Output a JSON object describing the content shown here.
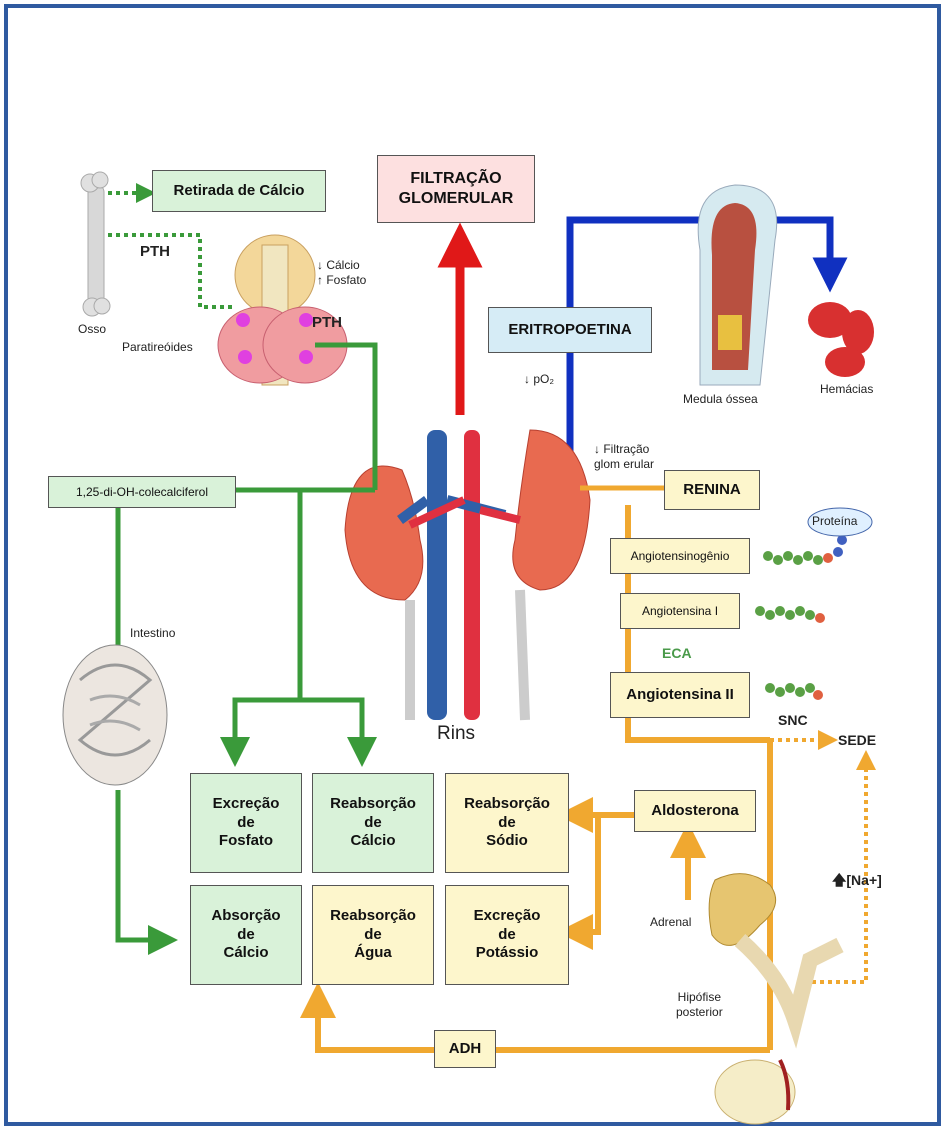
{
  "labels": {
    "retirada": "Retirada de Cálcio",
    "filtracao": "FILTRAÇÃO\nGLOMERULAR",
    "pth_left": "PTH",
    "pth_right": "PTH",
    "osso": "Osso",
    "paratireoides": "Paratireóides",
    "calcio_fosfato": "↓ Cálcio\n↑ Fosfato",
    "eritropoetina": "ERITROPOETINA",
    "po2": "↓ pO₂",
    "medula": "Medula óssea",
    "hemacias": "Hemácias",
    "filtracao_glom": "↓ Filtração\nglom erular",
    "renina": "RENINA",
    "colecalciferol": "1,25-di-OH-colecalciferol",
    "proteina": "Proteína",
    "angiotensinogenio": "Angiotensinogênio",
    "angiotensina1": "Angiotensina I",
    "eca": "ECA",
    "angiotensina2": "Angiotensina II",
    "intestino": "Intestino",
    "rins": "Rins",
    "snc": "SNC",
    "sede": "SEDE",
    "excrecao_fosfato": "Excreção\nde\nFosfato",
    "reabs_calcio": "Reabsorção\nde\nCálcio",
    "reabs_sodio": "Reabsorção\nde\nSódio",
    "aldosterona": "Aldosterona",
    "absorcao_calcio": "Absorção\nde\nCálcio",
    "reabs_agua": "Reabsorção\nde\nÁgua",
    "excrecao_potassio": "Excreção\nde\nPotássio",
    "adrenal": "Adrenal",
    "na": "🡅[Na+]",
    "hipofise": "Hipófise\nposterior",
    "adh": "ADH"
  },
  "colors": {
    "green_arrow": "#3a9a3a",
    "orange_arrow": "#f0a830",
    "red_arrow": "#e01818",
    "blue_arrow": "#1030c0",
    "frame": "#2f5aa0"
  },
  "icons": [
    "bone-icon",
    "thyroid-icon",
    "kidney-icon",
    "bone-marrow-icon",
    "red-cells-icon",
    "intestine-icon",
    "adrenal-icon",
    "pituitary-icon",
    "protein-chain-icon"
  ]
}
